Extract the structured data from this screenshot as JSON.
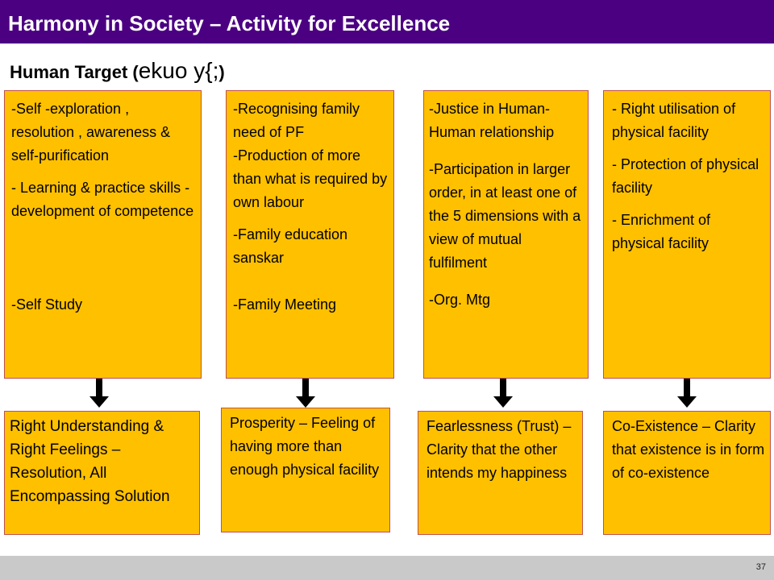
{
  "header": {
    "title": "Harmony in Society – Activity for Excellence"
  },
  "subtitle": {
    "prefix": "Human Target (",
    "devanagari": "ekuo y{;",
    "suffix": ")"
  },
  "columns": [
    {
      "top_lines": [
        "-Self -exploration , resolution , awareness & self-purification",
        "",
        "- Learning & practice skills - development of competence",
        "",
        "",
        "",
        "-Self Study"
      ],
      "result": "Right Understanding & Right Feelings – Resolution, All Encompassing Solution"
    },
    {
      "top_lines": [
        "-Recognising family need of PF",
        "-Production of more than what is required by  own labour",
        "",
        "-Family education sanskar",
        "",
        "",
        "-Family Meeting"
      ],
      "result": "Prosperity – Feeling of having more than enough physical facility"
    },
    {
      "top_lines": [
        "-Justice in Human-Human relationship",
        "",
        "-Participation in larger order, in at least one of the 5 dimensions with a view of mutual fulfilment",
        "",
        "-Org. Mtg"
      ],
      "result": "Fearlessness (Trust) – Clarity that the other intends my happiness"
    },
    {
      "top_lines": [
        "- Right utilisation of physical facility",
        "",
        "- Protection of physical facility",
        "",
        "- Enrichment of physical facility"
      ],
      "result": "Co-Existence – Clarity that existence is in form of co-existence"
    }
  ],
  "footer": {
    "page_number": "37"
  },
  "colors": {
    "header": "#4b0082",
    "box_fill": "#ffc000",
    "box_border": "#c0504d",
    "footer": "#c9c9c9"
  }
}
